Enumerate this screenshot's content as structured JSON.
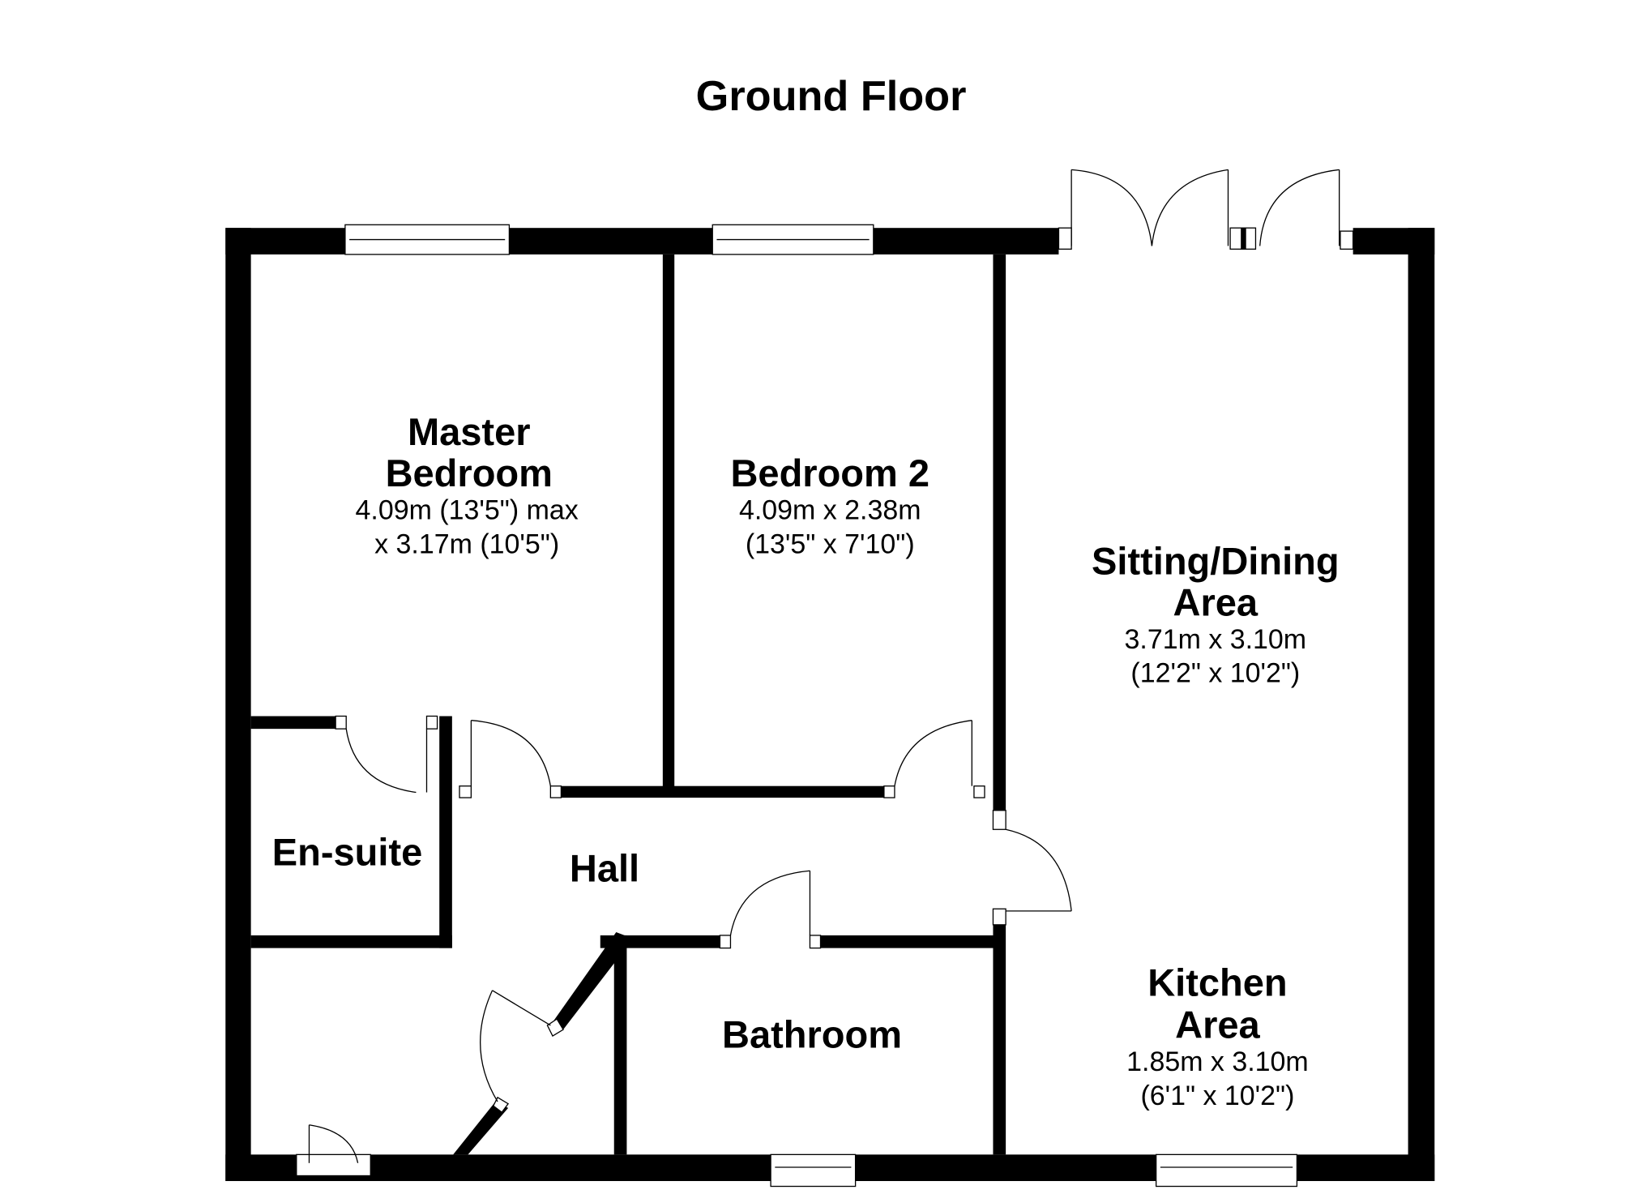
{
  "title": "Ground Floor",
  "rooms": {
    "master": {
      "name1": "Master",
      "name2": "Bedroom",
      "dim1": "4.09m (13'5\") max",
      "dim2": "x 3.17m (10'5\")"
    },
    "bed2": {
      "name": "Bedroom 2",
      "dim1": "4.09m x 2.38m",
      "dim2": "(13'5\" x 7'10\")"
    },
    "sitting": {
      "name1": "Sitting/Dining",
      "name2": "Area",
      "dim1": "3.71m x 3.10m",
      "dim2": "(12'2\" x 10'2\")"
    },
    "kitchen": {
      "name1": "Kitchen",
      "name2": "Area",
      "dim1": "1.85m x 3.10m",
      "dim2": "(6'1\" x 10'2\")"
    },
    "ensuite": {
      "name": "En-suite"
    },
    "hall": {
      "name": "Hall"
    },
    "bathroom": {
      "name": "Bathroom"
    }
  }
}
